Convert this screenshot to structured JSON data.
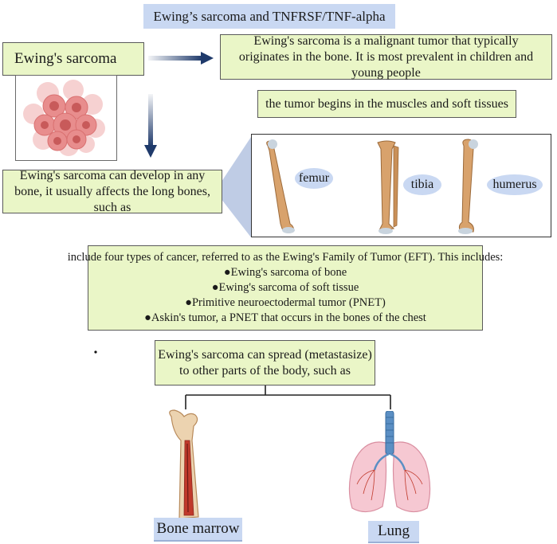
{
  "title": "Ewing’s sarcoma and TNFRSF/TNF-alpha",
  "label": "Ewing's sarcoma",
  "description_1": "Ewing's sarcoma is a malignant tumor that typically originates in the bone. It is most prevalent in children and young people",
  "description_2": "the tumor begins in the muscles and soft tissues",
  "develop_text": "Ewing's sarcoma can develop in any bone, it usually affects the long bones, such as",
  "bones": [
    "femur",
    "tibia",
    "humerus"
  ],
  "eft": {
    "intro": "include four types of cancer, referred to as the Ewing's Family of Tumor (EFT). This includes:",
    "items": [
      "●Ewing's sarcoma of bone",
      "●Ewing's sarcoma of soft tissue",
      "●Primitive neuroectodermal tumor (PNET)",
      "●Askin's tumor, a PNET that occurs in the bones of the chest"
    ]
  },
  "spread_text": "Ewing's sarcoma can spread (metastasize) to other parts of the body, such as",
  "sites": [
    "Bone marrow",
    "Lung"
  ],
  "colors": {
    "box_fill": "#eaf6c7",
    "label_fill": "#c9d8f2",
    "arrow": "#1f3a6b",
    "bone": "#d8a26c"
  }
}
